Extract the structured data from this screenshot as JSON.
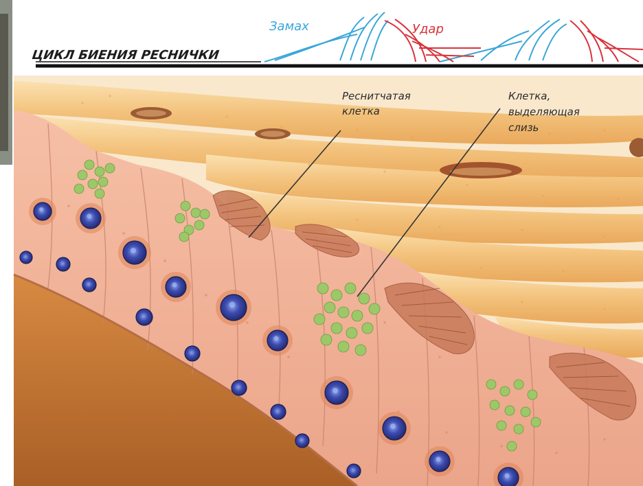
{
  "header": {
    "title": "ЦИКЛ БИЕНИЯ РЕСНИЧКИ",
    "recovery_label": "Замах",
    "stroke_label": "Удар",
    "recovery_color": "#39a6d8",
    "stroke_color": "#d8323a"
  },
  "labels": {
    "ciliated_cell": [
      "Реснитчатая",
      "клетка"
    ],
    "mucus_cell": [
      "Клетка,",
      "выделяющая",
      "слизь"
    ]
  },
  "colors": {
    "epithelium": "#f2b39a",
    "nucleus": "#3a3f9a",
    "goblet": "#8fbf5a",
    "tissue": "#f4c98a",
    "lumen": "#c77a35"
  }
}
